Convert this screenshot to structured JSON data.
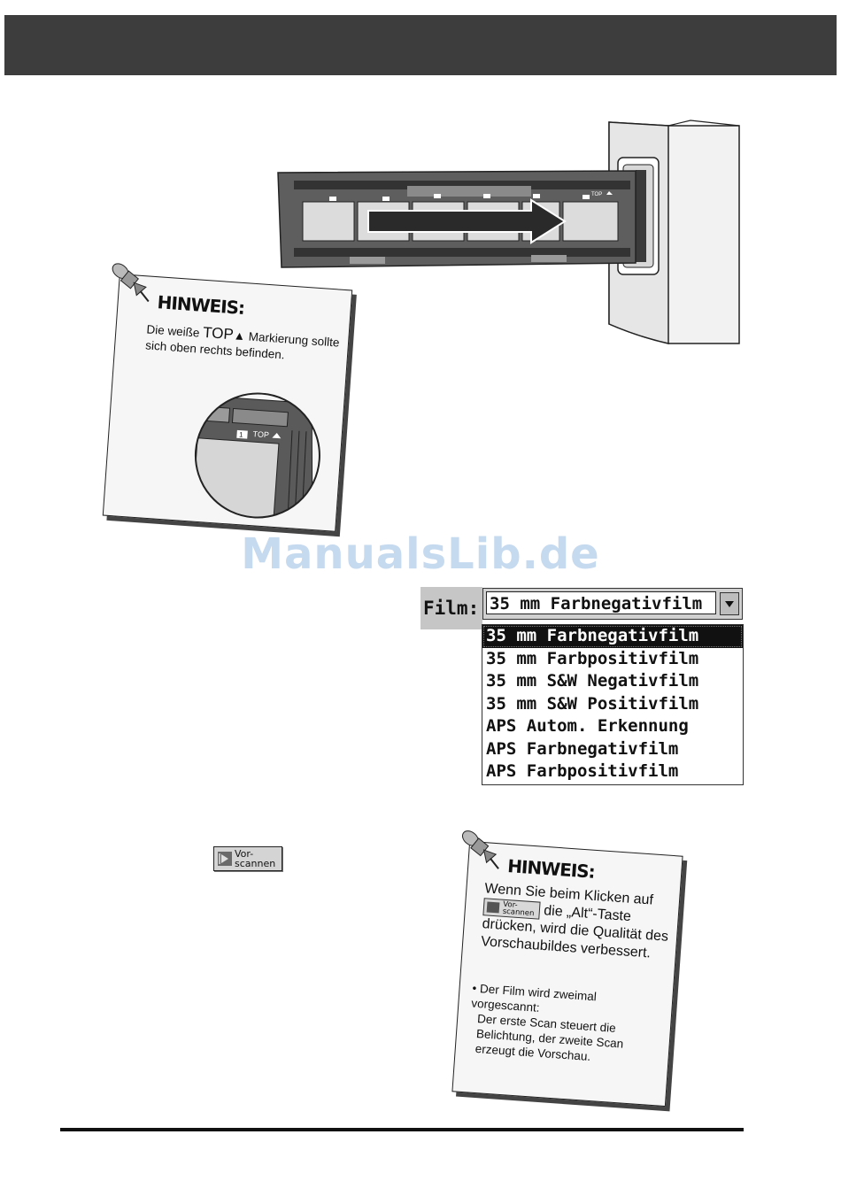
{
  "watermark": "ManualsLib.de",
  "illustration": {
    "strip_top_mark": "TOP",
    "frame_numbers": [
      "1",
      "2",
      "3"
    ]
  },
  "note_top": {
    "title": "HINWEIS:",
    "text_before": "Die weiße ",
    "top_mark": "TOP",
    "text_after": " Markierung sollte sich oben rechts befinden.",
    "zoom_label": "TOP",
    "zoom_frame_number": "1"
  },
  "film_selector": {
    "label": "Film:",
    "selected": "35 mm Farbnegativfilm",
    "options": [
      "35 mm Farbnegativfilm",
      "35 mm Farbpositivfilm",
      "35 mm S&W Negativfilm",
      "35 mm S&W Positivfilm",
      "APS Autom. Erkennung",
      "APS Farbnegativfilm",
      "APS Farbpositivfilm"
    ]
  },
  "prescan_button": {
    "label": "Vor-\nscannen"
  },
  "note_bottom": {
    "title": "HINWEIS:",
    "para_before": "Wenn Sie beim Klicken auf ",
    "para_after": " die „Alt“-Taste drücken, wird die Qualität des Vorschaubildes verbessert.",
    "bullet_1": "Der Film wird zweimal vorgescannt:",
    "bullet_2": "Der erste Scan steuert die Belichtung, der zweite Scan erzeugt die Vorschau."
  }
}
